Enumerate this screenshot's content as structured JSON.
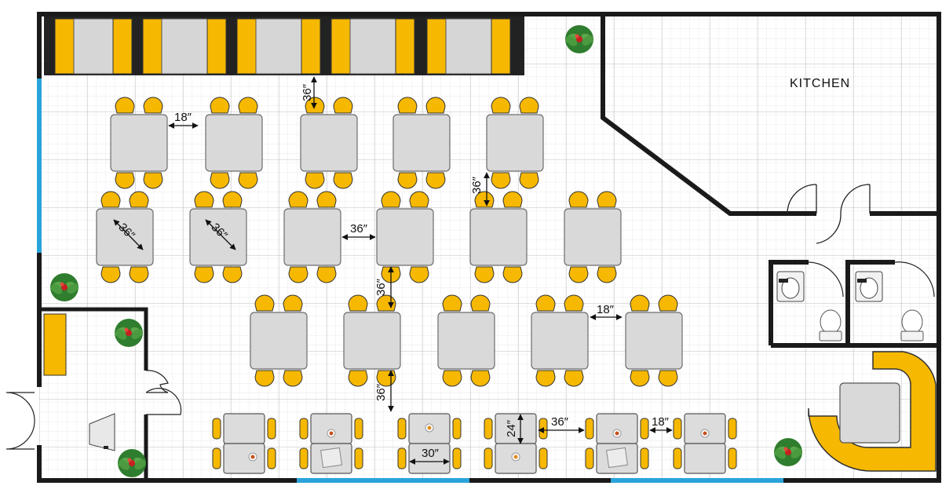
{
  "rooms": {
    "kitchen_label": "KITCHEN"
  },
  "dimensions": {
    "booth_clearance": "36″",
    "chair_gap_row1": "18″",
    "row_spacing_right": "36″",
    "diag_left_1": "36″",
    "diag_left_2": "36″",
    "table_gap_row2": "36″",
    "vertical_gap_row3": "36″",
    "chair_gap_row3": "18″",
    "vertical_gap_bottom": "36″",
    "small_table_depth": "24″",
    "small_table_gap": "36″",
    "small_chair_gap": "18″",
    "small_table_width": "30″"
  },
  "colors": {
    "wall": "#1a1a1a",
    "window": "#2aa3db",
    "chair": "#f6b800",
    "table": "#dcdcdc",
    "grid_minor": "#e2e2e2",
    "grid_major": "#b9b9b9",
    "plant": "#3f8f3a",
    "berry": "#c82020"
  },
  "icons": [
    "potted-plant-icon",
    "sink-icon",
    "toilet-icon",
    "door-swing-icon",
    "plate-icon",
    "menu-icon"
  ]
}
